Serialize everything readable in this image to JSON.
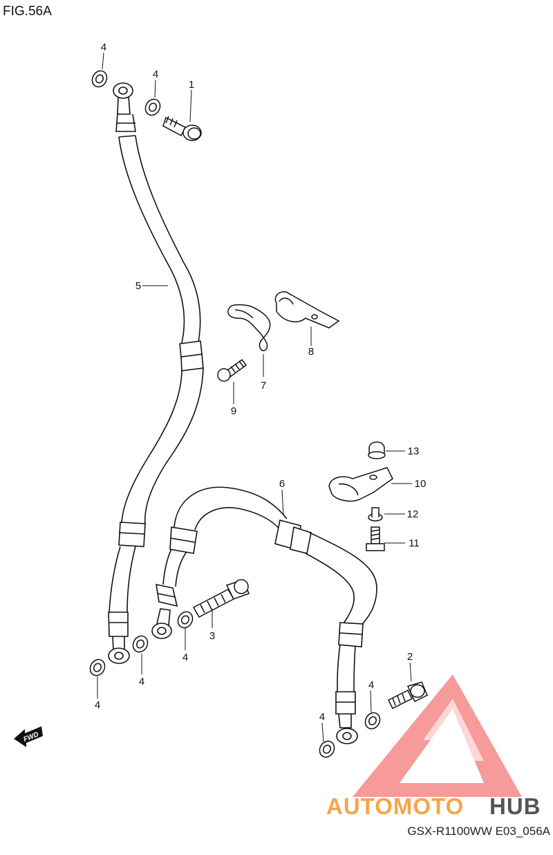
{
  "figure": {
    "title": "FIG.56A",
    "model_code": "GSX-R1100WW  E03_056A"
  },
  "callouts": [
    "1",
    "2",
    "3",
    "4",
    "5",
    "6",
    "7",
    "8",
    "9",
    "10",
    "11",
    "12",
    "13"
  ],
  "fwd_label": "FWD",
  "watermark": {
    "part1": "AUTOMOTO",
    "part2": "HUB",
    "color_primary": "#f5a64a",
    "color_secondary": "#555555",
    "triangle_color": "#f26b6b"
  }
}
